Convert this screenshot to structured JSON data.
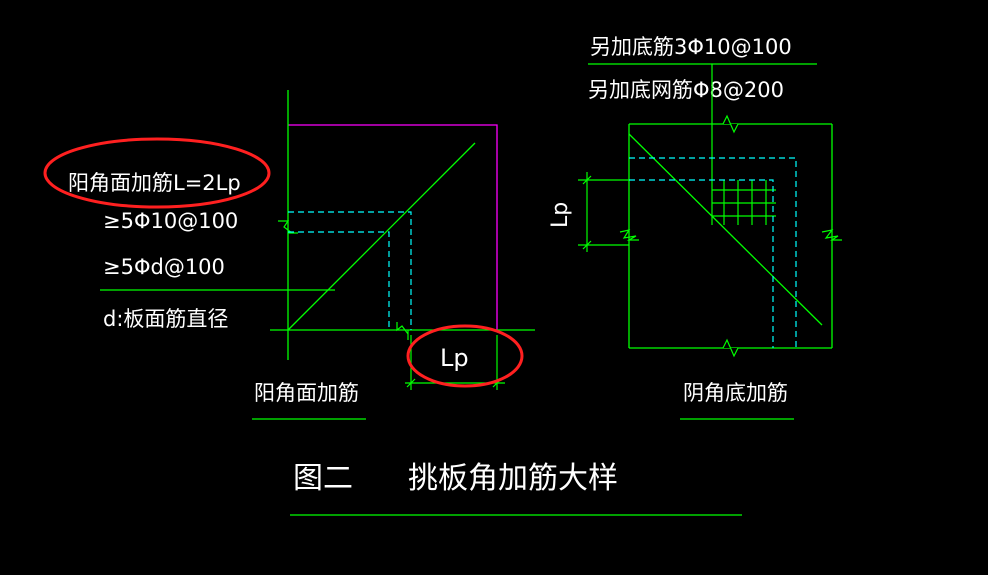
{
  "colors": {
    "background": "#000000",
    "line": "#00ff00",
    "dashed": "#00ffff",
    "border": "#ff00ff",
    "text": "#ffffff",
    "highlight": "#ff2020"
  },
  "left_detail": {
    "callout_length": "阳角面加筋L=2Lp",
    "callout_bars_1": "≥5Φ10@100",
    "callout_bars_2": "≥5Φd@100",
    "callout_note": "d:板面筋直径",
    "dimension_label": "Lp",
    "caption": "阳角面加筋"
  },
  "right_detail": {
    "label_1": "另加底筋3Φ10@100",
    "label_2": "另加底网筋Φ8@200",
    "dimension_label": "Lp",
    "caption": "阴角底加筋"
  },
  "figure": {
    "number": "图二",
    "title": "挑板角加筋大样"
  }
}
